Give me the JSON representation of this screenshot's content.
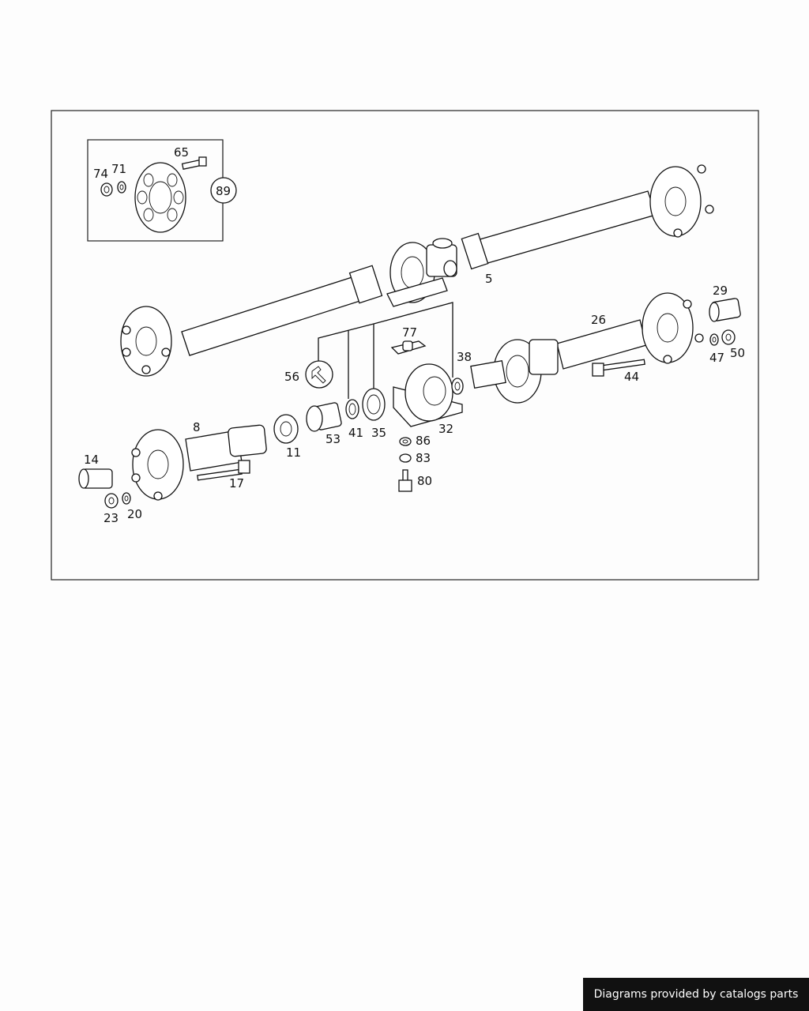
{
  "callouts": {
    "c65": "65",
    "c74": "74",
    "c71": "71",
    "c89": "89",
    "c5": "5",
    "c29": "29",
    "c26": "26",
    "c77": "77",
    "c56": "56",
    "c38": "38",
    "c47": "47",
    "c50": "50",
    "c44": "44",
    "c8": "8",
    "c53": "53",
    "c41": "41",
    "c35": "35",
    "c32": "32",
    "c11": "11",
    "c14": "14",
    "c86": "86",
    "c83": "83",
    "c80": "80",
    "c17": "17",
    "c23": "23",
    "c20": "20"
  },
  "footer": {
    "text": "Diagrams provided by catalogs parts"
  }
}
